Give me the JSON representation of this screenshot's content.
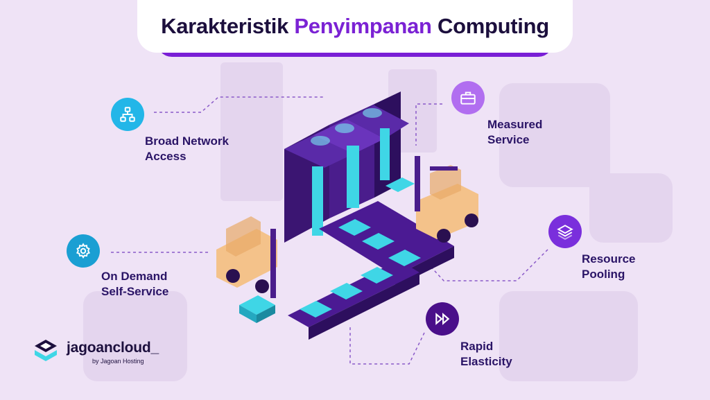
{
  "title": {
    "part1": "Karakteristik",
    "part2": "Penyimpanan",
    "part3": "Computing"
  },
  "features": [
    {
      "label_line1": "Broad Network",
      "label_line2": "Access",
      "icon": "network-icon"
    },
    {
      "label_line1": "Measured",
      "label_line2": "Service",
      "icon": "toolbox-icon"
    },
    {
      "label_line1": "On Demand",
      "label_line2": "Self-Service",
      "icon": "gear-icon"
    },
    {
      "label_line1": "Resource",
      "label_line2": "Pooling",
      "icon": "layers-icon"
    },
    {
      "label_line1": "Rapid",
      "label_line2": "Elasticity",
      "icon": "fast-forward-icon"
    }
  ],
  "logo": {
    "name": "jagoancloud_",
    "sub": "by Jagoan Hosting"
  },
  "colors": {
    "accent": "#7b22d4",
    "dark_text": "#1c0f3d",
    "label_text": "#2a1466",
    "background": "#efe3f6",
    "teal": "#3fd6e6"
  }
}
